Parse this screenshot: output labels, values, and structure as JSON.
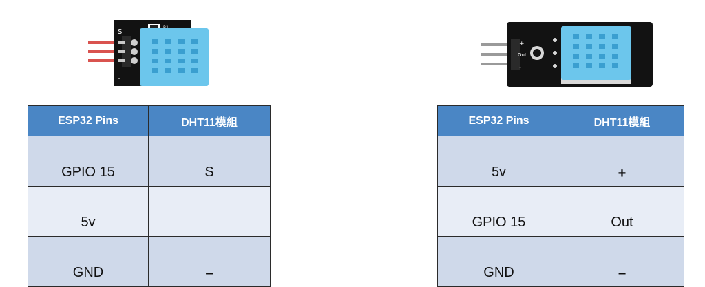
{
  "left": {
    "module_labels": {
      "pin_s": "S",
      "pin_minus": "-",
      "resistor": "R1"
    },
    "table": {
      "headers": [
        "ESP32 Pins",
        "DHT11模組"
      ],
      "rows": [
        {
          "esp32": "GPIO 15",
          "dht11": "S"
        },
        {
          "esp32": "5v",
          "dht11": ""
        },
        {
          "esp32": "GND",
          "dht11": "−"
        }
      ]
    }
  },
  "right": {
    "module_labels": {
      "pin_plus": "+",
      "pin_out": "Out",
      "pin_minus": "-"
    },
    "table": {
      "headers": [
        "ESP32 Pins",
        "DHT11模組"
      ],
      "rows": [
        {
          "esp32": "5v",
          "dht11": "+"
        },
        {
          "esp32": "GPIO 15",
          "dht11": "Out"
        },
        {
          "esp32": "GND",
          "dht11": "−"
        }
      ]
    }
  },
  "colors": {
    "header_blue": "#4a86c5",
    "row_dark": "#cfd9ea",
    "row_light": "#e8edf6",
    "sensor_blue": "#6cc6ec",
    "pcb_black": "#111111"
  }
}
